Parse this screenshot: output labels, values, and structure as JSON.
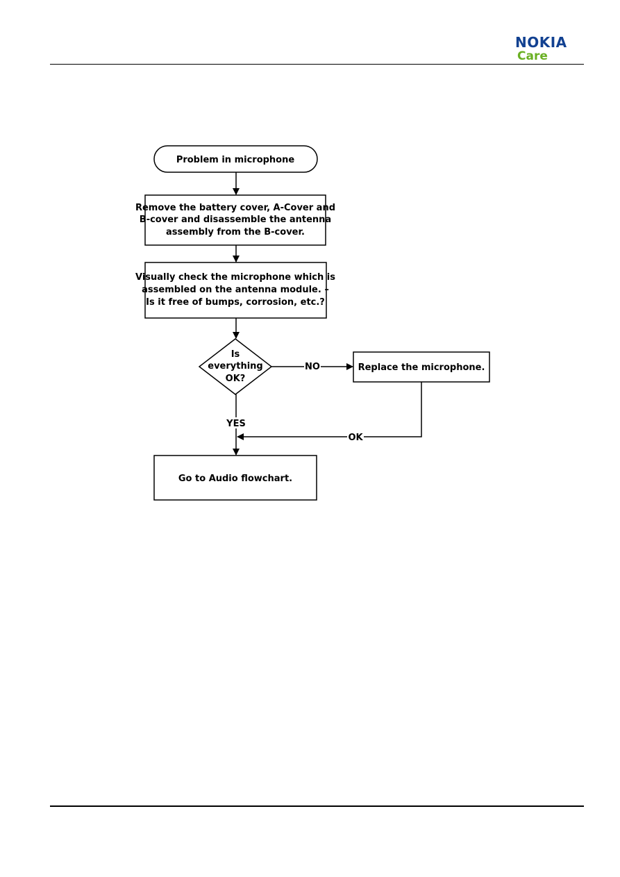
{
  "header": {
    "brand": "NOKIA",
    "sub_brand": "Care",
    "brand_color": "#124191",
    "sub_brand_color": "#6ab023"
  },
  "flowchart": {
    "start": "Problem in microphone",
    "step1": [
      "Remove the battery cover, A-Cover and",
      "B-cover and disassemble the antenna",
      "assembly from the B-cover."
    ],
    "step2": [
      "Visually check the microphone which is",
      "assembled on the antenna module. –",
      "Is it free of bumps, corrosion, etc.?"
    ],
    "decision": [
      "Is",
      "everything",
      "OK?"
    ],
    "label_no": "NO",
    "label_yes": "YES",
    "label_ok": "OK",
    "replace": "Replace the microphone.",
    "end": "Go to Audio flowchart."
  }
}
